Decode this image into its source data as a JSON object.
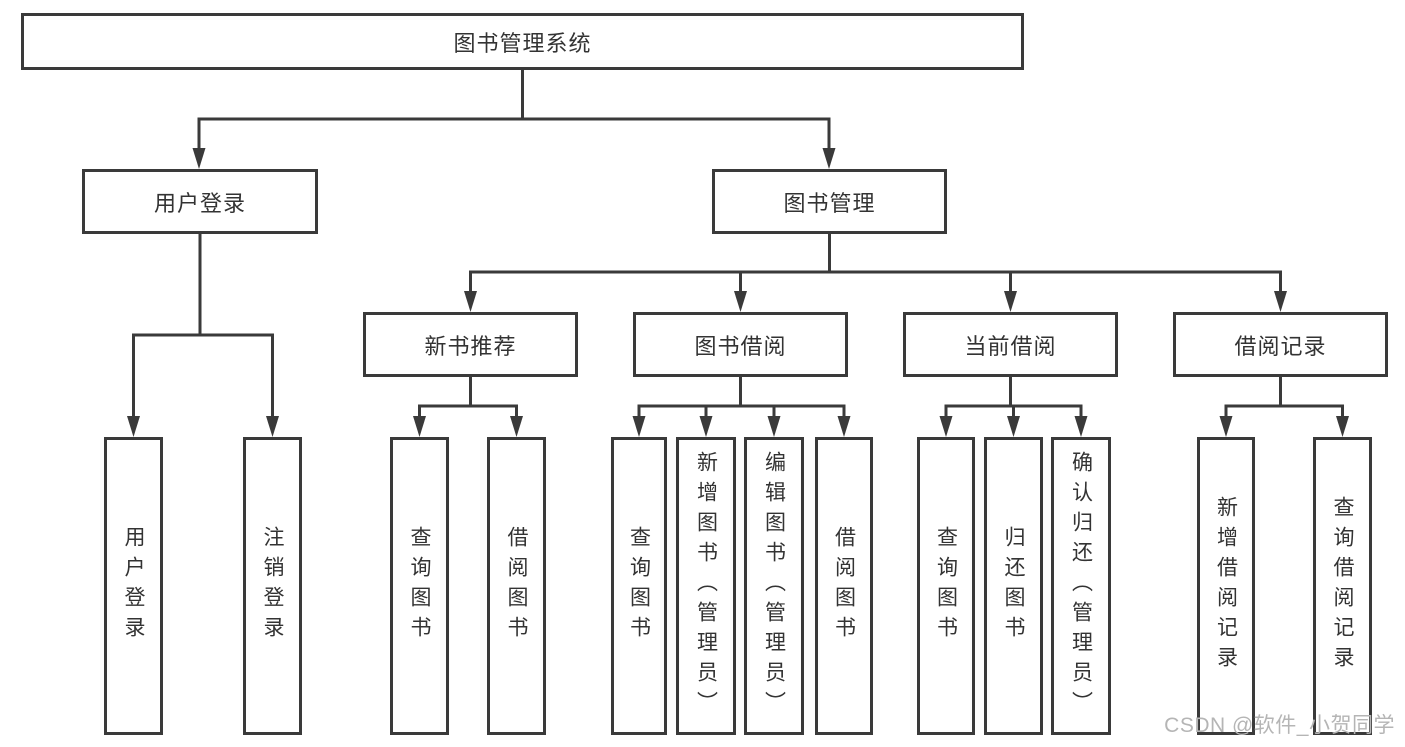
{
  "tree": {
    "root": {
      "label": "图书管理系统"
    },
    "level2": [
      {
        "label": "用户登录",
        "leaves": [
          "用户登录",
          "注销登录"
        ]
      },
      {
        "label": "图书管理",
        "level3": [
          {
            "label": "新书推荐",
            "leaves": [
              "查询图书",
              "借阅图书"
            ]
          },
          {
            "label": "图书借阅",
            "leaves": [
              "查询图书",
              "新增图书（管理员）",
              "编辑图书（管理员）",
              "借阅图书"
            ]
          },
          {
            "label": "当前借阅",
            "leaves": [
              "查询图书",
              "归还图书",
              "确认归还（管理员）"
            ]
          },
          {
            "label": "借阅记录",
            "leaves": [
              "新增借阅记录",
              "查询借阅记录"
            ]
          }
        ]
      }
    ]
  },
  "watermark": {
    "text": "CSDN @软件_小贺同学"
  },
  "colors": {
    "line": "#3a3a3a",
    "box_border": "#3a3a3a",
    "text": "#333333",
    "watermark": "#b5b5b5",
    "background": "#ffffff"
  }
}
